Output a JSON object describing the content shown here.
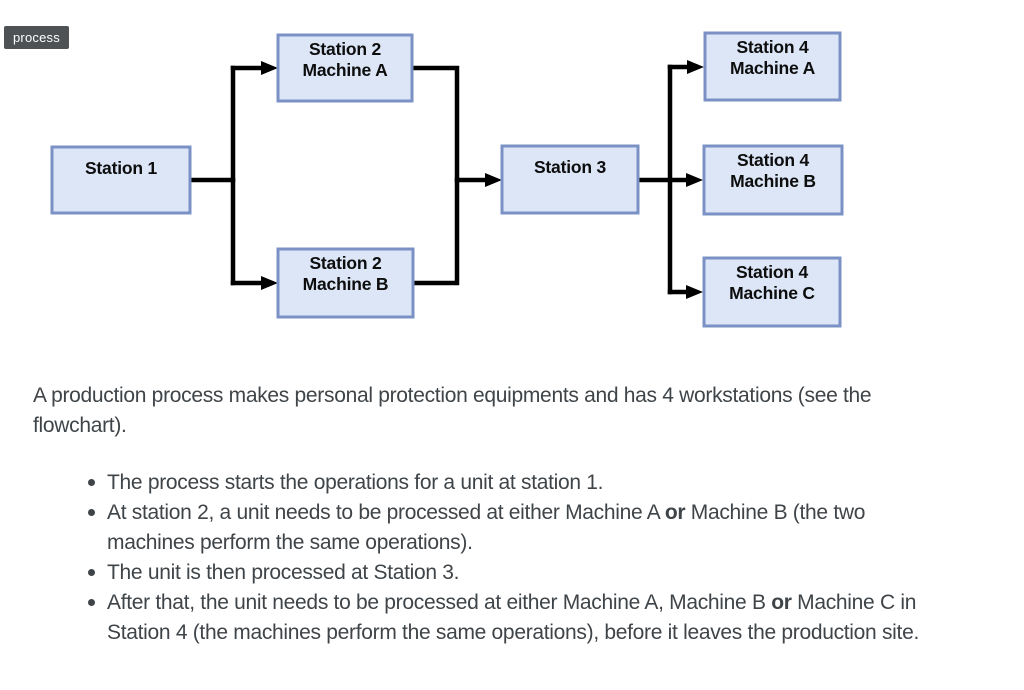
{
  "badge": {
    "label": "process"
  },
  "flowchart": {
    "colors": {
      "node_fill": "#dce6f7",
      "node_border": "#7b91c6",
      "connector": "#000000"
    },
    "nodes": {
      "station1": {
        "line1": "Station 1",
        "line2": ""
      },
      "station2a": {
        "line1": "Station 2",
        "line2": "Machine A"
      },
      "station2b": {
        "line1": "Station 2",
        "line2": "Machine B"
      },
      "station3": {
        "line1": "Station 3",
        "line2": ""
      },
      "station4a": {
        "line1": "Station 4",
        "line2": "Machine A"
      },
      "station4b": {
        "line1": "Station 4",
        "line2": "Machine B"
      },
      "station4c": {
        "line1": "Station 4",
        "line2": "Machine C"
      }
    }
  },
  "description": {
    "intro": "A production process makes personal protection equipments and has 4 workstations (see the flowchart).",
    "bullets": [
      {
        "pre": "The process starts the operations for a unit at station 1.",
        "bold": "",
        "post": ""
      },
      {
        "pre": "At station 2, a unit needs to be processed at either Machine A ",
        "bold": "or",
        "post": " Machine B (the two machines perform the same operations)."
      },
      {
        "pre": "The unit is then processed at Station 3.",
        "bold": "",
        "post": ""
      },
      {
        "pre": "After that, the unit needs to be processed at either Machine A, Machine B ",
        "bold": "or",
        "post": " Machine C in Station 4 (the machines perform the same operations), before it leaves the production site."
      }
    ]
  }
}
